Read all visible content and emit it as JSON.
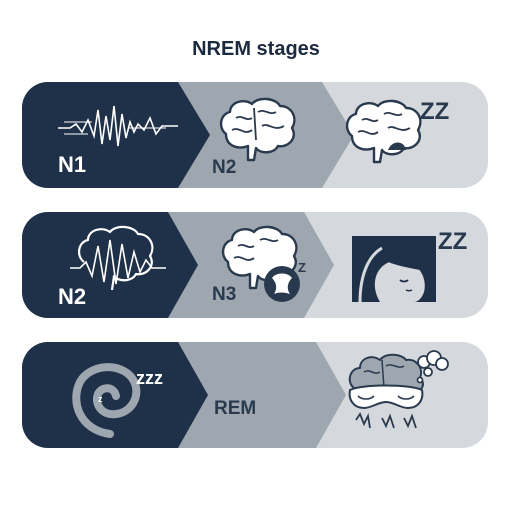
{
  "title": "NREM stages",
  "colors": {
    "dark": "#1f3049",
    "mid": "#9ea7b0",
    "light": "#d5d9dd",
    "ink": "#2a3a4e",
    "white": "#ffffff"
  },
  "rows": [
    {
      "segments": [
        {
          "label": "N1",
          "icon": "eeg-wave-icon"
        },
        {
          "label": "N2",
          "icon": "brain-icon"
        },
        {
          "label": "",
          "icon": "brain-zzz-icon"
        }
      ],
      "zzz": "ZZ"
    },
    {
      "segments": [
        {
          "label": "N2",
          "icon": "brain-wave-icon"
        },
        {
          "label": "N3",
          "icon": "brain-deep-sleep-icon"
        },
        {
          "label": "",
          "icon": "sleeping-person-icon"
        }
      ],
      "zzz": "ZZ",
      "small_z": "Z"
    },
    {
      "segments": [
        {
          "label": "",
          "icon": "spiral-zzz-icon"
        },
        {
          "label": "REM",
          "icon": ""
        },
        {
          "label": "",
          "icon": "brain-sleep-mask-icon"
        }
      ],
      "zzz": "zzz"
    }
  ]
}
